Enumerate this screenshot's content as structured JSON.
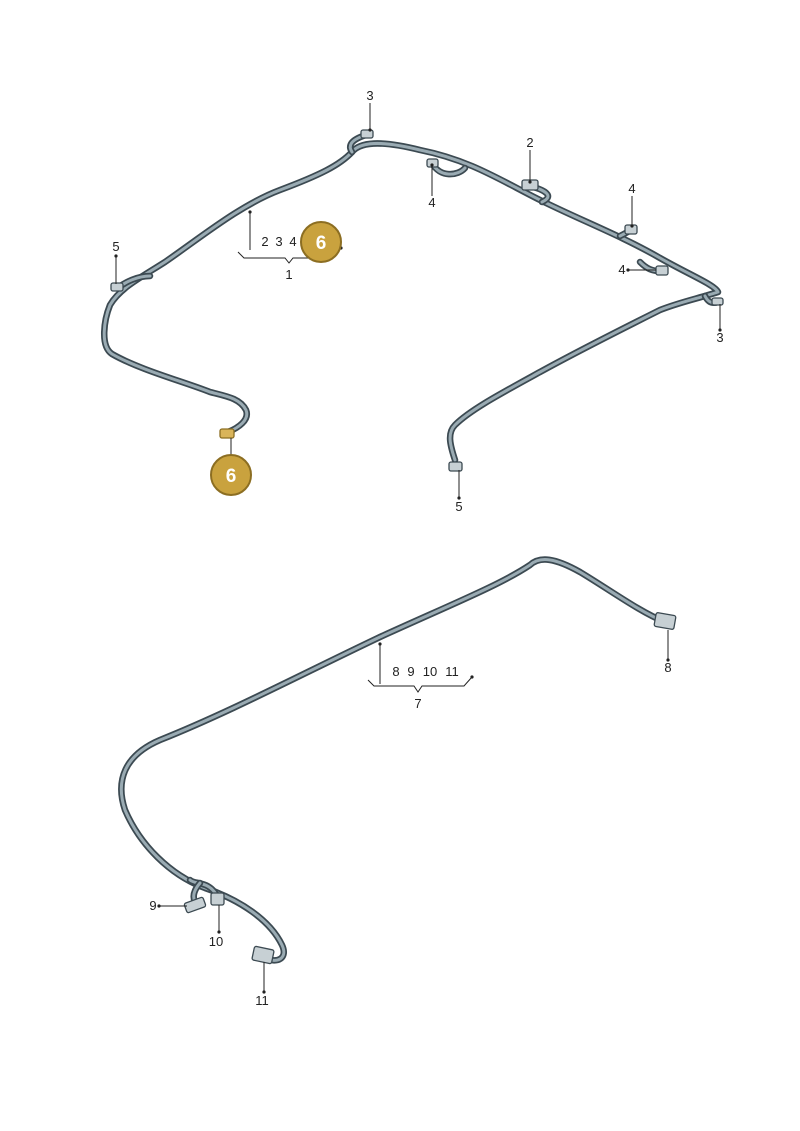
{
  "upper_harness": {
    "group_refs": [
      "2",
      "3",
      "4"
    ],
    "group_label": "1",
    "highlight_label": "6",
    "callouts": {
      "top_left_3": "3",
      "top_2": "2",
      "top_mid_4": "4",
      "right_4_upper": "4",
      "right_4_lower": "4",
      "right_3": "3",
      "left_5": "5",
      "bottom_5": "5"
    }
  },
  "lower_harness": {
    "group_refs": [
      "8",
      "9",
      "10",
      "11"
    ],
    "group_label": "7",
    "callouts": {
      "c8": "8",
      "c9": "9",
      "c10": "10",
      "c11": "11"
    }
  },
  "colors": {
    "badge_fill": "#c9a23e",
    "badge_stroke": "#8c6e22",
    "cable_dark": "#3c4a52",
    "cable_light": "#9aabb3",
    "connector": "#c7d0d4"
  }
}
